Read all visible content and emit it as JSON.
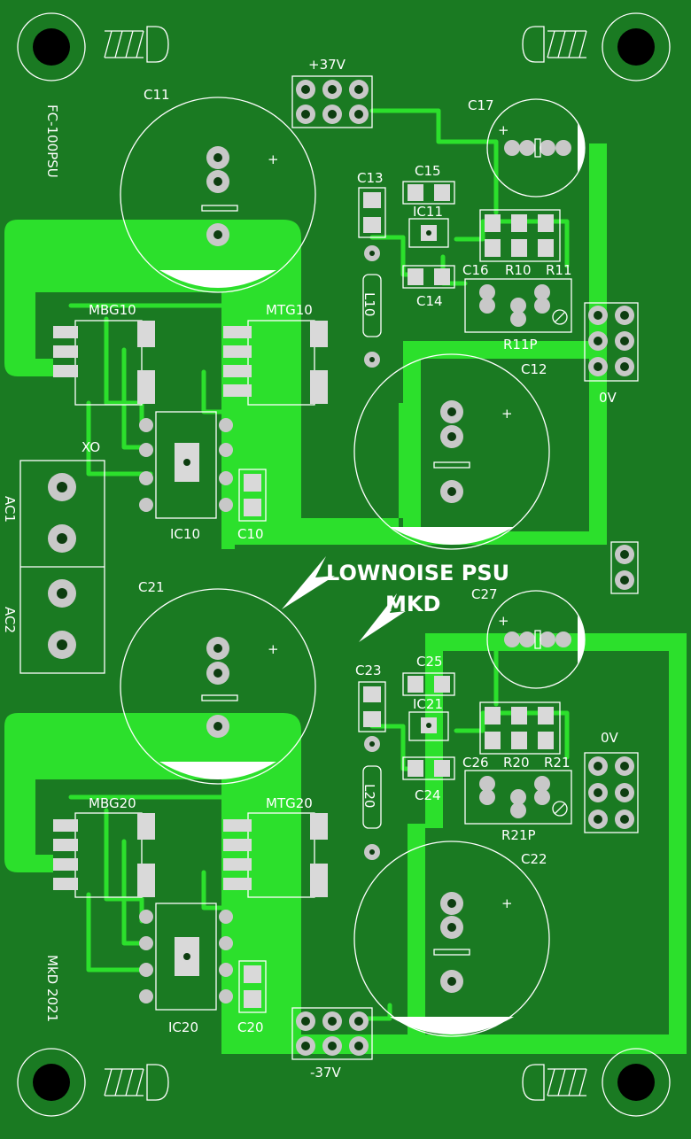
{
  "colors": {
    "board": "#1a7a22",
    "copper": "#2ce02c",
    "silkscreen": "#ffffff",
    "pad": "#c8c8c8"
  },
  "board": {
    "title": "FC-100PSU",
    "credit": "MkD 2021",
    "logo_line1": "LOWNOISE PSU",
    "logo_line2": "MKD"
  },
  "connectors": {
    "pos_rail": "+37V",
    "neg_rail": "-37V",
    "ground_top": "0V",
    "ground_bottom": "0V",
    "ac1": "AC1",
    "ac2": "AC2",
    "xo": "XO"
  },
  "upper": {
    "c_main": "C11",
    "c_out": "C12",
    "c10": "C10",
    "c13": "C13",
    "c14": "C14",
    "c15": "C15",
    "c16": "C16",
    "c17": "C17",
    "ic_reg": "IC11",
    "ic_drv": "IC10",
    "l": "L10",
    "r1": "R10",
    "r2": "R11",
    "pot": "R11P",
    "mbg": "MBG10",
    "mtg": "MTG10"
  },
  "lower": {
    "c_main": "C21",
    "c_out": "C22",
    "c20": "C20",
    "c23": "C23",
    "c24": "C24",
    "c25": "C25",
    "c26": "C26",
    "c27": "C27",
    "ic_reg": "IC21",
    "ic_drv": "IC20",
    "l": "L20",
    "r1": "R20",
    "r2": "R21",
    "pot": "R21P",
    "mbg": "MBG20",
    "mtg": "MTG20"
  }
}
